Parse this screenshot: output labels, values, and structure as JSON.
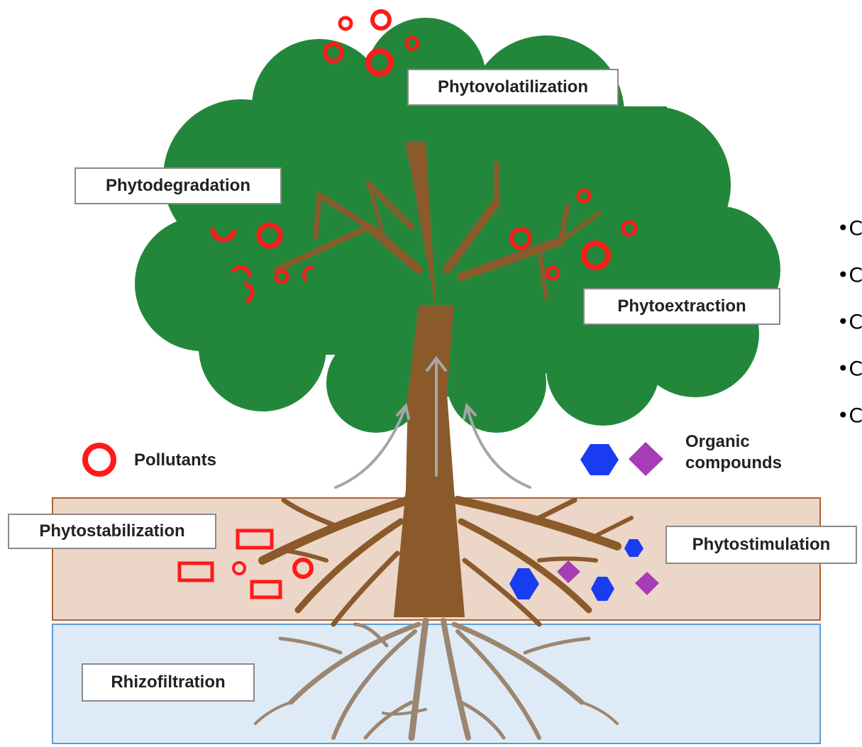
{
  "labels": {
    "phytovolatilization": "Phytovolatilization",
    "phytodegradation": "Phytodegradation",
    "phytoextraction": "Phytoextraction",
    "phytostabilization": "Phytostabilization",
    "phytostimulation": "Phytostimulation",
    "rhizofiltration": "Rhizofiltration"
  },
  "legend": {
    "pollutants": "Pollutants",
    "organic_line1": "Organic",
    "organic_line2": "compounds"
  },
  "bullets": [
    "•C",
    "•C",
    "•C",
    "•C",
    "•C"
  ],
  "colors": {
    "canopy": "#23873b",
    "trunk": "#8b5a2b",
    "pollutant": "#ff1a1a",
    "hexagon": "#1a3cf0",
    "diamond": "#a63cb6",
    "soil": "#ecd6c8",
    "soil_border": "#b45f2c",
    "water": "#deebf7",
    "water_border": "#5b9bd5",
    "arrow": "#a6a6a6"
  }
}
